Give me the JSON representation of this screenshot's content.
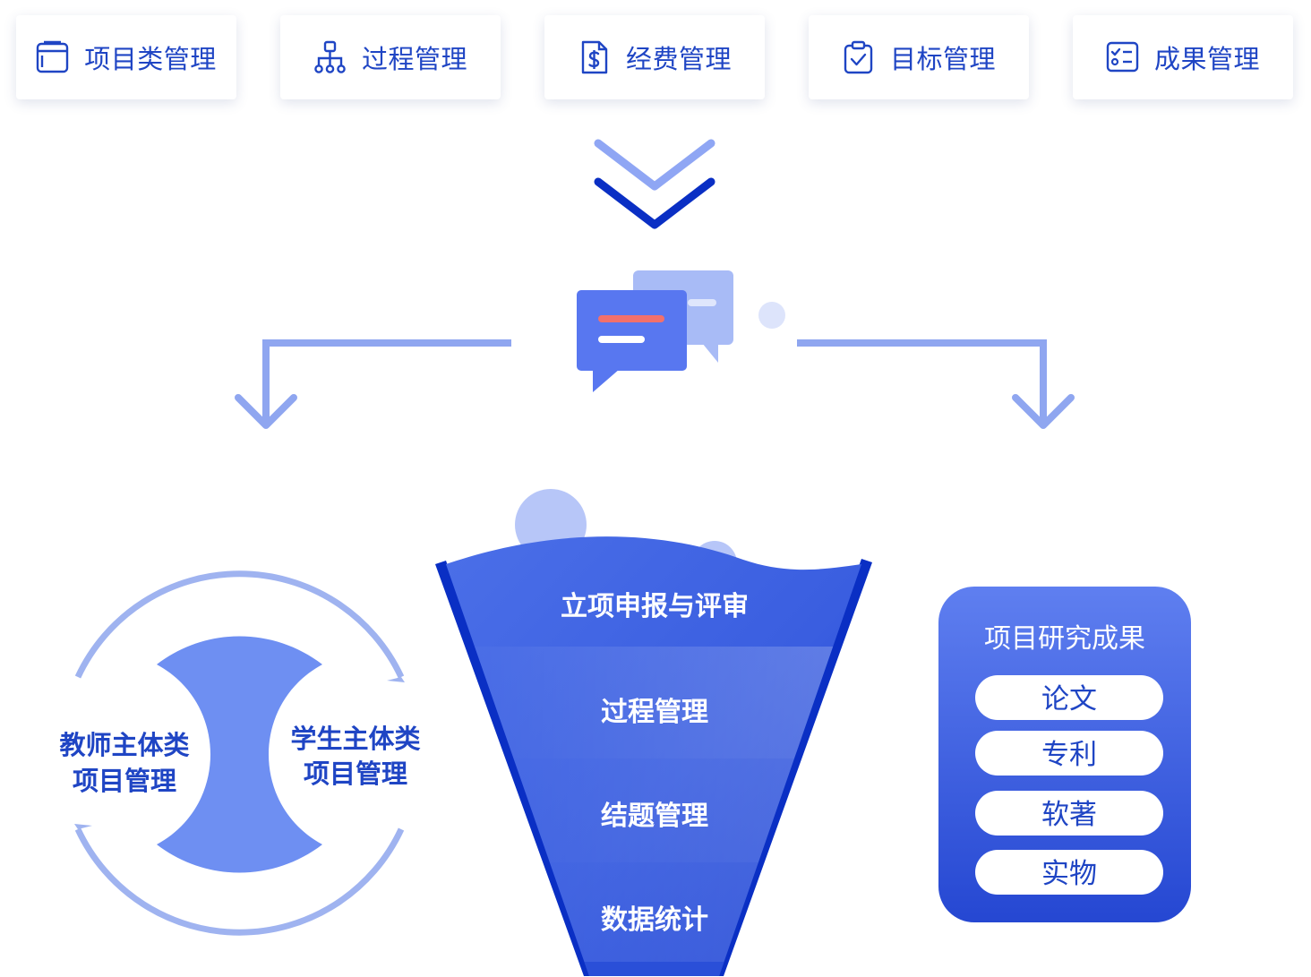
{
  "top_cards": [
    {
      "label": "项目类管理",
      "icon": "browser-window-icon"
    },
    {
      "label": "过程管理",
      "icon": "org-chart-icon"
    },
    {
      "label": "经费管理",
      "icon": "dollar-document-icon"
    },
    {
      "label": "目标管理",
      "icon": "clipboard-check-icon"
    },
    {
      "label": "成果管理",
      "icon": "checklist-icon"
    }
  ],
  "left_cycle": {
    "left_label": {
      "line1": "教师主体类",
      "line2": "项目管理"
    },
    "right_label": {
      "line1": "学生主体类",
      "line2": "项目管理"
    }
  },
  "funnel": {
    "stages": [
      "立项申报与评审",
      "过程管理",
      "结题管理",
      "数据统计"
    ]
  },
  "results_panel": {
    "title": "项目研究成果",
    "items": [
      "论文",
      "专利",
      "软著",
      "实物"
    ]
  },
  "colors": {
    "primary": "#1f45c4",
    "dark_blue": "#0a2fc4",
    "mid_blue": "#6f8ff2",
    "light_blue": "#9fb3f0",
    "pale_blue": "#c8d3f8",
    "accent_red": "#f2706b"
  }
}
